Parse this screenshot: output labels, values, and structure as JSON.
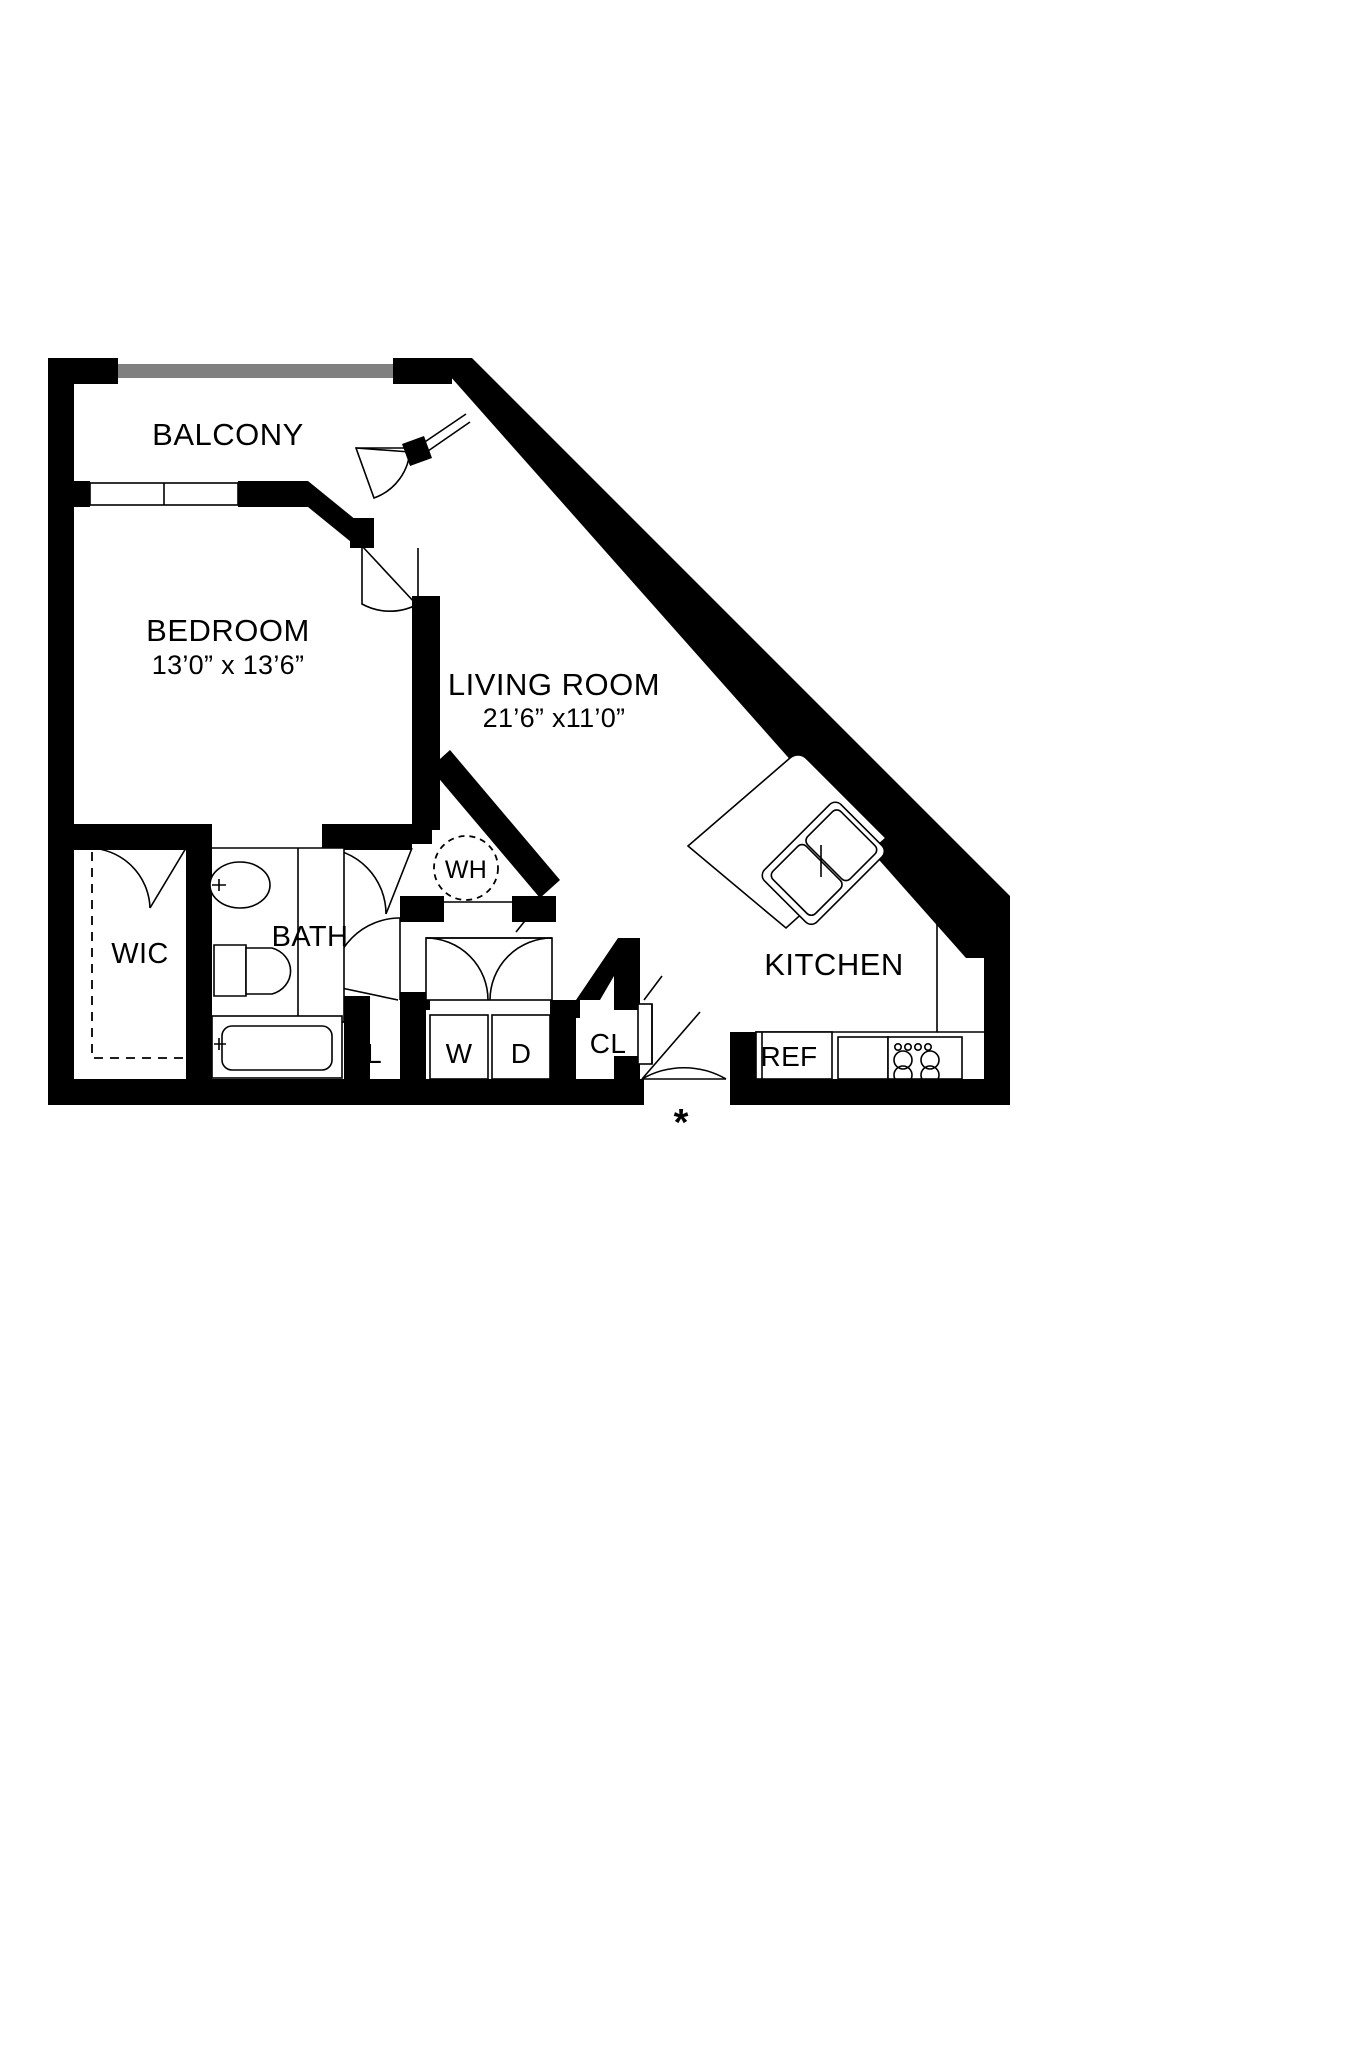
{
  "document": {
    "type": "floor-plan",
    "background_color": "#ffffff",
    "wall_color": "#000000",
    "railing_color": "#808080"
  },
  "rooms": [
    {
      "id": "balcony",
      "name": "BALCONY",
      "dimensions": ""
    },
    {
      "id": "bedroom",
      "name": "BEDROOM",
      "dimensions": "13’0” x 13’6”"
    },
    {
      "id": "living_room",
      "name": "LIVING ROOM",
      "dimensions": "21’6” x11’0”"
    },
    {
      "id": "kitchen",
      "name": "KITCHEN",
      "dimensions": ""
    },
    {
      "id": "bath",
      "name": "BATH",
      "dimensions": ""
    },
    {
      "id": "wic",
      "name": "WIC",
      "dimensions": ""
    }
  ],
  "labels": {
    "balcony": "BALCONY",
    "bedroom": "BEDROOM",
    "bedroom_dim": "13’0” x 13’6”",
    "living_room": "LIVING ROOM",
    "living_room_dim": "21’6” x11’0”",
    "kitchen": "KITCHEN",
    "bath": "BATH",
    "wic": "WIC",
    "water_heater": "WH",
    "linen": "L",
    "washer": "W",
    "dryer": "D",
    "closet": "CL",
    "refrigerator": "REF",
    "footnote_marker": "*"
  },
  "fixtures": [
    {
      "id": "sink-vanity",
      "label": "",
      "room": "bath"
    },
    {
      "id": "toilet",
      "label": "",
      "room": "bath"
    },
    {
      "id": "bathtub",
      "label": "",
      "room": "bath"
    },
    {
      "id": "water-heater",
      "label": "WH",
      "room": "living_room"
    },
    {
      "id": "linen-closet",
      "label": "L",
      "room": "hall"
    },
    {
      "id": "washer",
      "label": "W",
      "room": "laundry"
    },
    {
      "id": "dryer",
      "label": "D",
      "room": "laundry"
    },
    {
      "id": "coat-closet",
      "label": "CL",
      "room": "entry"
    },
    {
      "id": "refrigerator",
      "label": "REF",
      "room": "kitchen"
    },
    {
      "id": "range-cooktop",
      "label": "",
      "room": "kitchen"
    },
    {
      "id": "kitchen-sink",
      "label": "",
      "room": "kitchen"
    }
  ],
  "openings": [
    {
      "id": "balcony-railing",
      "type": "railing"
    },
    {
      "id": "bedroom-window",
      "type": "window"
    },
    {
      "id": "balcony-door",
      "type": "swing-door"
    },
    {
      "id": "bedroom-door",
      "type": "swing-door"
    },
    {
      "id": "wic-door",
      "type": "swing-door"
    },
    {
      "id": "bath-door",
      "type": "swing-door"
    },
    {
      "id": "hall-door",
      "type": "swing-door"
    },
    {
      "id": "laundry-doors",
      "type": "bifold-door"
    },
    {
      "id": "closet-door",
      "type": "sliding-door"
    },
    {
      "id": "entry-door",
      "type": "swing-door"
    }
  ]
}
